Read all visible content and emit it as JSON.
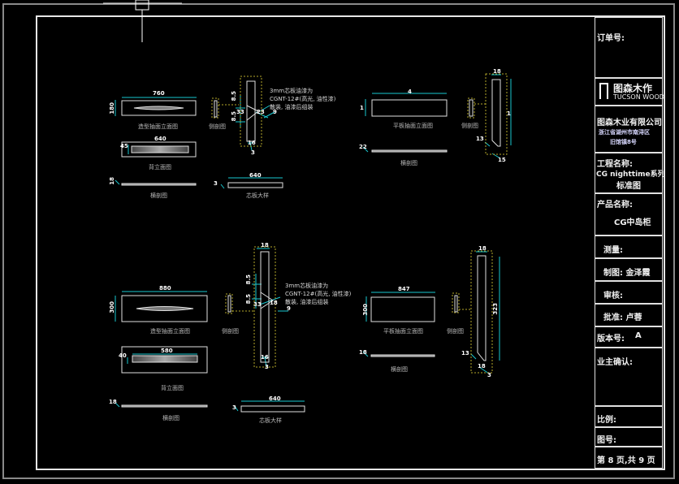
{
  "title_block": {
    "order_no_label": "订单号:",
    "logo_cn": "图森木作",
    "logo_en": "TUCSON WOOD",
    "company_name": "图森木业有限公司",
    "company_address_line1": "浙江省湖州市南浔区",
    "company_address_line2": "旧馆镇8号",
    "project_label": "工程名称:",
    "project_name_line1": "CG nighttime系列",
    "project_name_line2": "标准图",
    "product_label": "产品名称:",
    "product_name": "CG中岛柜",
    "survey_label": "测量:",
    "drafter_label": "制图: 金泽霞",
    "review_label": "审核:",
    "approve_label": "批准: 卢蓉",
    "version_label": "版本号:",
    "version_value": "A",
    "owner_confirm_label": "业主确认:",
    "scale_label": "比例:",
    "drawing_no_label": "图号:",
    "page_label": "第 8 页,共 9 页"
  },
  "drawing": {
    "colors": {
      "dimension": "#19c8d0",
      "outline": "#e0e0e0",
      "hidden": "#b4a82a",
      "text": "#b8b8b8"
    },
    "top_left": {
      "front_elevation_label": "造型抽面立面图",
      "front_width": "760",
      "front_height": "180",
      "back_elevation_label": "背立面图",
      "back_width": "640",
      "back_offset": "45",
      "cross_section_label": "横剖图",
      "cross_thickness": "18",
      "side_section_label": "侧剖图",
      "detail_dims": [
        "8.5",
        "8.5",
        "33",
        "23",
        "9",
        "16",
        "3"
      ],
      "note_line1": "3mm芯板油漆为",
      "note_line2": "CGNT-12#(高光, 油性漆)",
      "note_line3": "散装, 油漆后组装",
      "core_board_label": "芯板大样",
      "core_board_width": "640",
      "core_board_height": "3"
    },
    "top_right": {
      "front_elevation_label": "平板抽面立面图",
      "front_width": "4",
      "front_height": "1",
      "cross_section_label": "横剖图",
      "cross_thickness": "22",
      "side_section_label": "侧剖图",
      "detail_top": "18",
      "detail_height": "1",
      "detail_bottom_offset": "13",
      "detail_bottom": "15"
    },
    "bottom_left": {
      "front_elevation_label": "造型抽面立面图",
      "front_width": "880",
      "front_height": "300",
      "back_elevation_label": "背立面图",
      "back_width": "580",
      "back_offset": "40",
      "cross_section_label": "横剖图",
      "cross_thickness": "18",
      "side_section_label": "侧剖图",
      "detail_dims": [
        "18",
        "8.5",
        "8.5",
        "33",
        "18",
        "9",
        "16",
        "3"
      ],
      "note_line1": "3mm芯板油漆为",
      "note_line2": "CGNT-12#(高光, 油性漆)",
      "note_line3": "散装, 油漆后组装",
      "core_board_label": "芯板大样",
      "core_board_width": "640",
      "core_board_height": "3"
    },
    "bottom_right": {
      "front_elevation_label": "平板抽面立面图",
      "front_width": "847",
      "front_height": "300",
      "cross_section_label": "横剖图",
      "cross_thickness": "18",
      "side_section_label": "侧剖图",
      "detail_top": "18",
      "detail_height": "323",
      "detail_bottom_offset": "13",
      "detail_bottom": "18",
      "detail_tail": "3"
    }
  }
}
